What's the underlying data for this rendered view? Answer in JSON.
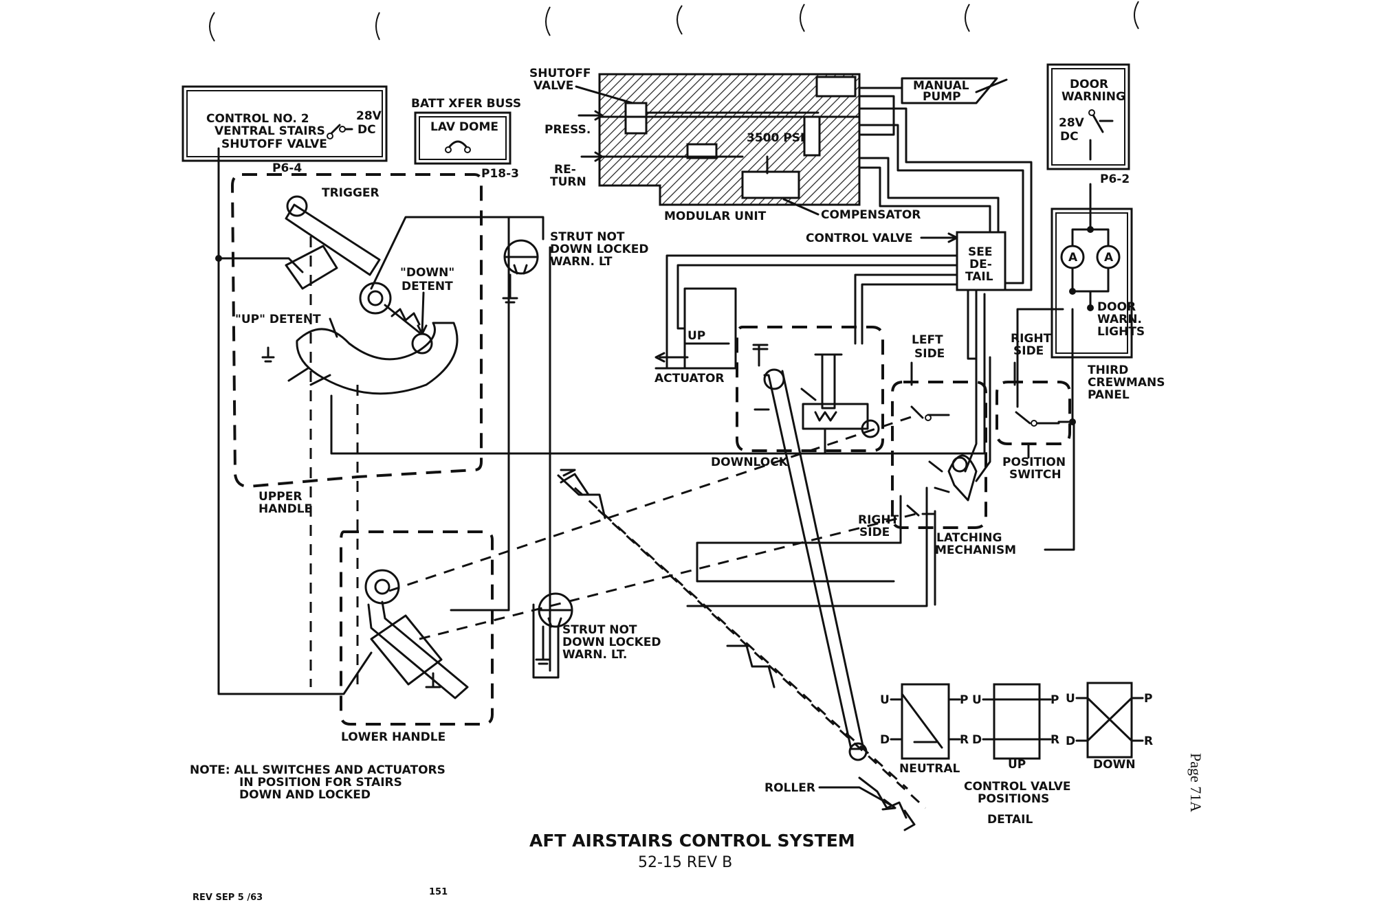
{
  "panels": {
    "control": {
      "line1": "CONTROL NO. 2",
      "line2": "VENTRAL STAIRS",
      "line3": "SHUTOFF VALVE",
      "volts": "28V",
      "dc": "DC",
      "ref": "P6-4"
    },
    "batt": {
      "title": "BATT XFER BUSS",
      "inner": "LAV DOME",
      "ref": "P18-3"
    },
    "door_warning": {
      "line1": "DOOR",
      "line2": "WARNING",
      "volts": "28V",
      "dc": "DC",
      "ref": "P6-2"
    },
    "third_crewman": {
      "line1": "THIRD",
      "line2": "CREWMANS",
      "line3": "PANEL",
      "lights": [
        "DOOR",
        "WARN.",
        "LIGHTS"
      ],
      "lamp": "A"
    }
  },
  "hydraulics": {
    "shutoff_valve": [
      "SHUTOFF",
      "VALVE"
    ],
    "press": "PRESS.",
    "return": [
      "RE-",
      "TURN"
    ],
    "psi": "3500 PSI",
    "modular_unit": "MODULAR UNIT",
    "compensator": "COMPENSATOR",
    "manual_pump": [
      "MANUAL",
      "PUMP"
    ],
    "control_valve": "CONTROL VALVE",
    "see_detail": [
      "SEE",
      "DE-",
      "TAIL"
    ]
  },
  "upper_handle": {
    "trigger": "TRIGGER",
    "down_detent": [
      "\"DOWN\"",
      "DETENT"
    ],
    "up_detent": "\"UP\" DETENT",
    "label": [
      "UPPER",
      "HANDLE"
    ]
  },
  "lower_handle": {
    "label": "LOWER HANDLE"
  },
  "strut_lights": {
    "upper": [
      "STRUT NOT",
      "DOWN LOCKED",
      "WARN. LT"
    ],
    "lower": [
      "STRUT NOT",
      "DOWN LOCKED",
      "WARN. LT."
    ]
  },
  "mechanism": {
    "up": "UP",
    "actuator": "ACTUATOR",
    "downlock": "DOWNLOCK",
    "left_side": [
      "LEFT",
      "SIDE"
    ],
    "right_side_top": [
      "RIGHT",
      "SIDE"
    ],
    "right_side_bottom": [
      "RIGHT",
      "SIDE"
    ],
    "position_switch": [
      "POSITION",
      "SWITCH"
    ],
    "latching": [
      "LATCHING",
      "MECHANISM"
    ],
    "roller": "ROLLER"
  },
  "valve_positions": {
    "u": "U",
    "p": "P",
    "d": "D",
    "r": "R",
    "neutral": "NEUTRAL",
    "up": "UP",
    "down": "DOWN",
    "caption": [
      "CONTROL VALVE",
      "POSITIONS",
      "DETAIL"
    ]
  },
  "note": [
    "NOTE: ALL SWITCHES AND ACTUATORS",
    "IN POSITION FOR STAIRS",
    "DOWN AND LOCKED"
  ],
  "title": "AFT AIRSTAIRS CONTROL SYSTEM",
  "subtitle": "52-15 REV B",
  "rev": "REV SEP 5 /63",
  "page_number": "151",
  "page_label": "Page 71A"
}
